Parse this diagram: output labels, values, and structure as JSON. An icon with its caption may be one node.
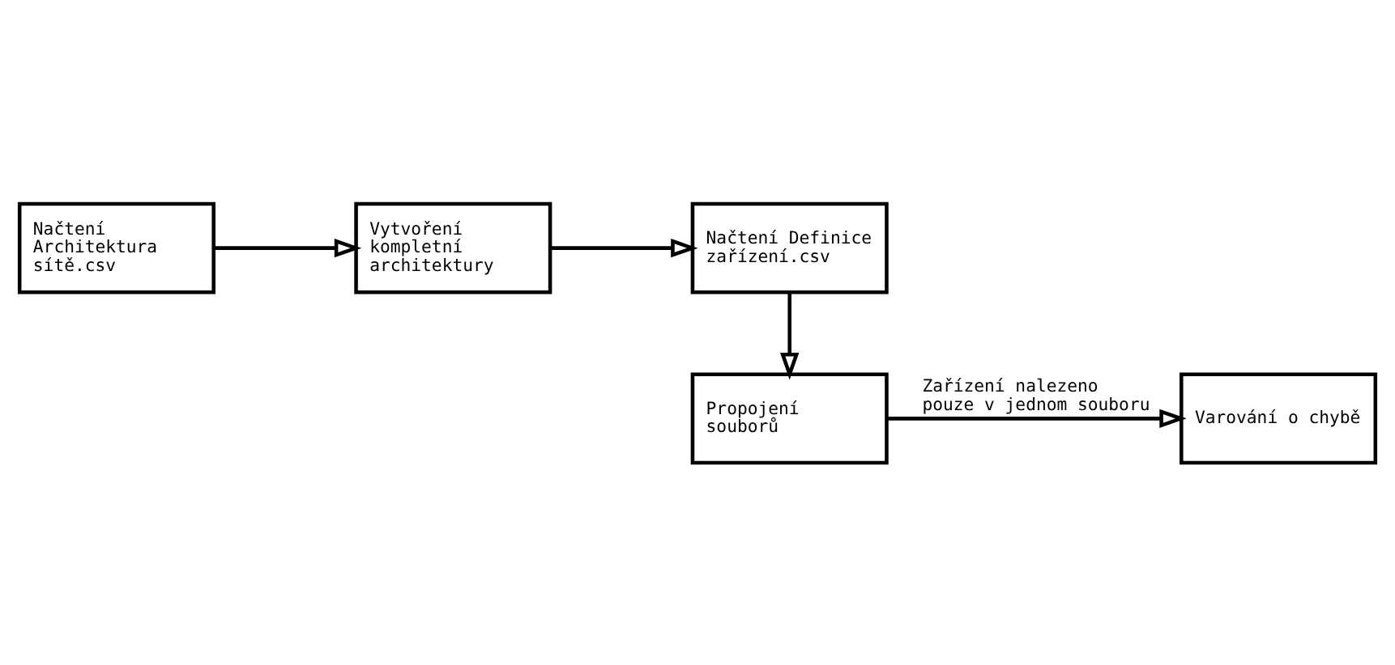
{
  "diagram": {
    "nodes": [
      {
        "text": [
          "Načtení Architektura sítě.csv"
        ]
      },
      {
        "text": [
          "Vytvoření kompletní architektury"
        ]
      },
      {
        "text": [
          "Načtení Definice zařízení.csv"
        ]
      },
      {
        "text": [
          "Propojení souborů"
        ]
      },
      {
        "text": [
          "Varování o chybě"
        ]
      }
    ],
    "edges": [
      {
        "from": 0,
        "to": 1,
        "arrow": "to"
      },
      {
        "from": 1,
        "to": 2,
        "arrow": "to"
      },
      {
        "from": 2,
        "to": 3,
        "arrow": "to"
      },
      {
        "from": 3,
        "to": 4,
        "arrow": "to",
        "label": "Zařízení nalezeno pouze v jednom souboru"
      }
    ]
  }
}
